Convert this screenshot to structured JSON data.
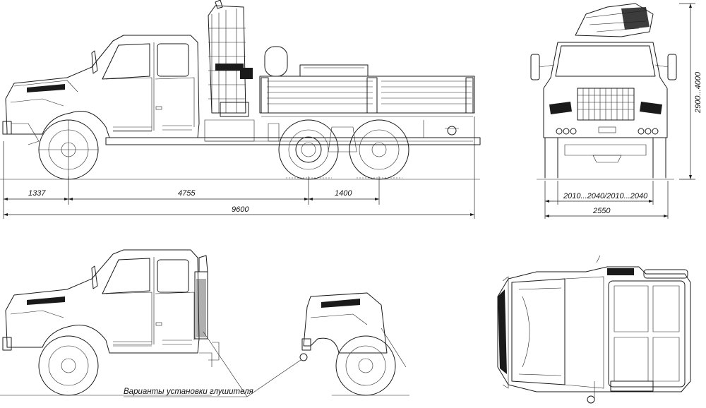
{
  "dimensions": {
    "front_overhang": "1337",
    "wheelbase": "4755",
    "rear_axle_spacing": "1400",
    "overall_length": "9600",
    "track_width": "2010...2040/2010...2040",
    "overall_width": "2550",
    "overall_height": "2900...4000"
  },
  "note": "Варианты установки глушителя"
}
